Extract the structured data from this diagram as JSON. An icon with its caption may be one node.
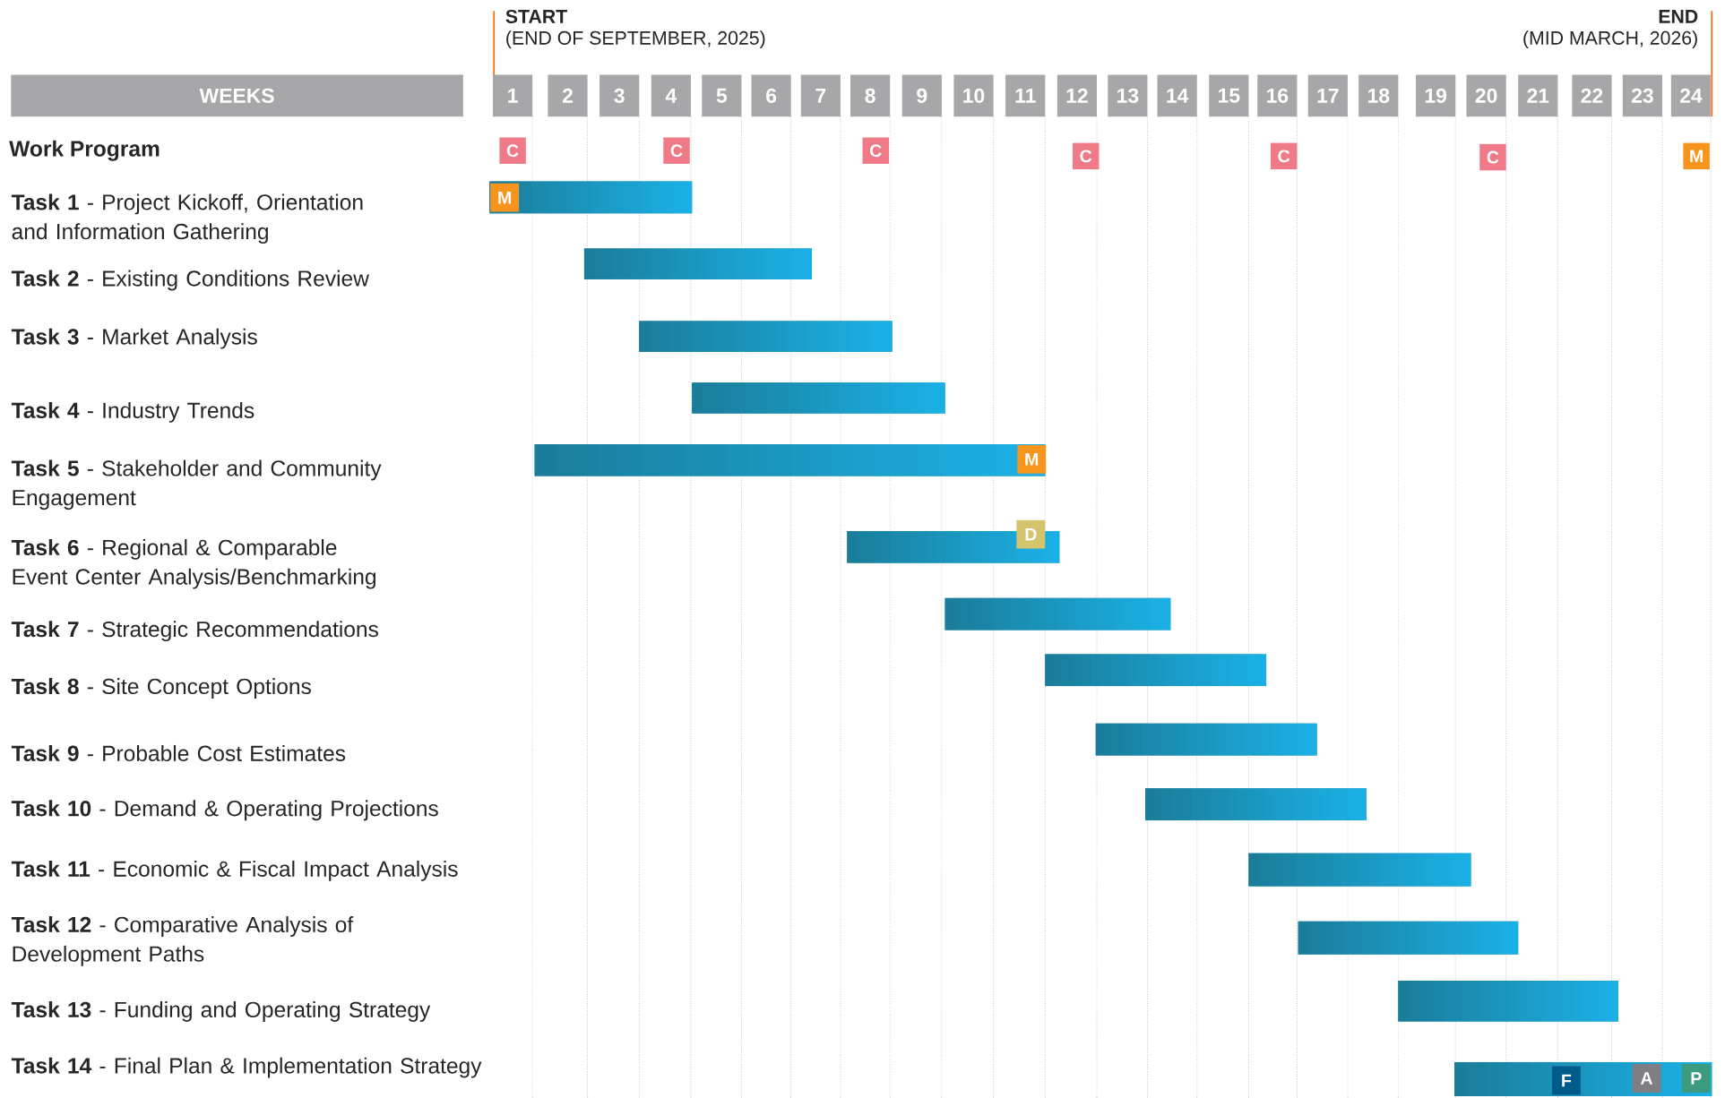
{
  "diagram": {
    "nodes": [
      {
        "text": [
          "WEEKS"
        ]
      },
      {
        "text": [
          "1"
        ]
      },
      {
        "text": [
          "2"
        ]
      },
      {
        "text": [
          "3"
        ]
      },
      {
        "text": [
          "4"
        ]
      },
      {
        "text": [
          "5"
        ]
      },
      {
        "text": [
          "6"
        ]
      },
      {
        "text": [
          "7"
        ]
      },
      {
        "text": [
          "8"
        ]
      },
      {
        "text": [
          "9"
        ]
      },
      {
        "text": [
          "10"
        ]
      },
      {
        "text": [
          "11"
        ]
      },
      {
        "text": [
          "12"
        ]
      },
      {
        "text": [
          "13"
        ]
      },
      {
        "text": [
          "14"
        ]
      },
      {
        "text": [
          "15"
        ]
      },
      {
        "text": [
          "16"
        ]
      },
      {
        "text": [
          "17"
        ]
      },
      {
        "text": [
          "18"
        ]
      },
      {
        "text": [
          "19"
        ]
      },
      {
        "text": [
          "20"
        ]
      },
      {
        "text": [
          "21"
        ]
      },
      {
        "text": [
          "22"
        ]
      },
      {
        "text": [
          "23"
        ]
      },
      {
        "text": [
          "24"
        ]
      },
      {
        "text": [
          "C"
        ]
      },
      {
        "text": [
          "C"
        ]
      },
      {
        "text": [
          "C"
        ]
      },
      {
        "text": [
          "C"
        ]
      },
      {
        "text": [
          "C"
        ]
      },
      {
        "text": [
          "C"
        ]
      },
      {
        "text": [
          "M"
        ]
      },
      {
        "text": [],
        "shape": "bar"
      },
      {
        "text": [
          "M"
        ],
        "in": 32
      },
      {
        "text": [],
        "shape": "bar"
      },
      {
        "text": [],
        "shape": "bar"
      },
      {
        "text": [],
        "shape": "bar"
      },
      {
        "text": [],
        "shape": "bar"
      },
      {
        "text": [
          "M"
        ],
        "in": 37
      },
      {
        "text": [],
        "shape": "bar"
      },
      {
        "text": [
          "D"
        ]
      },
      {
        "text": [],
        "shape": "bar"
      },
      {
        "text": [],
        "shape": "bar"
      },
      {
        "text": [],
        "shape": "bar"
      },
      {
        "text": [],
        "shape": "bar"
      },
      {
        "text": [],
        "shape": "bar"
      },
      {
        "text": [],
        "shape": "bar"
      },
      {
        "text": [],
        "shape": "bar"
      },
      {
        "text": [],
        "shape": "bar"
      },
      {
        "text": [
          "F"
        ],
        "in": 48
      },
      {
        "text": [
          "A"
        ],
        "in": 48
      },
      {
        "text": [
          "P"
        ],
        "in": 48
      }
    ],
    "labels": [
      "START",
      "(END OF SEPTEMBER, 2025)",
      "END",
      "(MID MARCH, 2026)",
      "Work Program",
      "**Task 1** - Project Kickoff, Orientation and Information Gathering",
      "**Task 2** - Existing Conditions Review",
      "**Task 3** - Market Analysis",
      "**Task 4** - Industry Trends",
      "**Task 5** - Stakeholder and Community Engagement",
      "**Task 6** - Regional & Comparable Event Center Analysis/Benchmarking",
      "**Task 7** - Strategic Recommendations",
      "**Task 8** - Site Concept Options",
      "**Task 9** - Probable Cost Estimates",
      "**Task 10** - Demand & Operating Projections",
      "**Task 11** - Economic & Fiscal Impact Analysis",
      "**Task 12** - Comparative Analysis of Development Paths",
      "**Task 13** - Funding and Operating Strategy",
      "**Task 14** - Final Plan & Implementation Strategy"
    ]
  }
}
